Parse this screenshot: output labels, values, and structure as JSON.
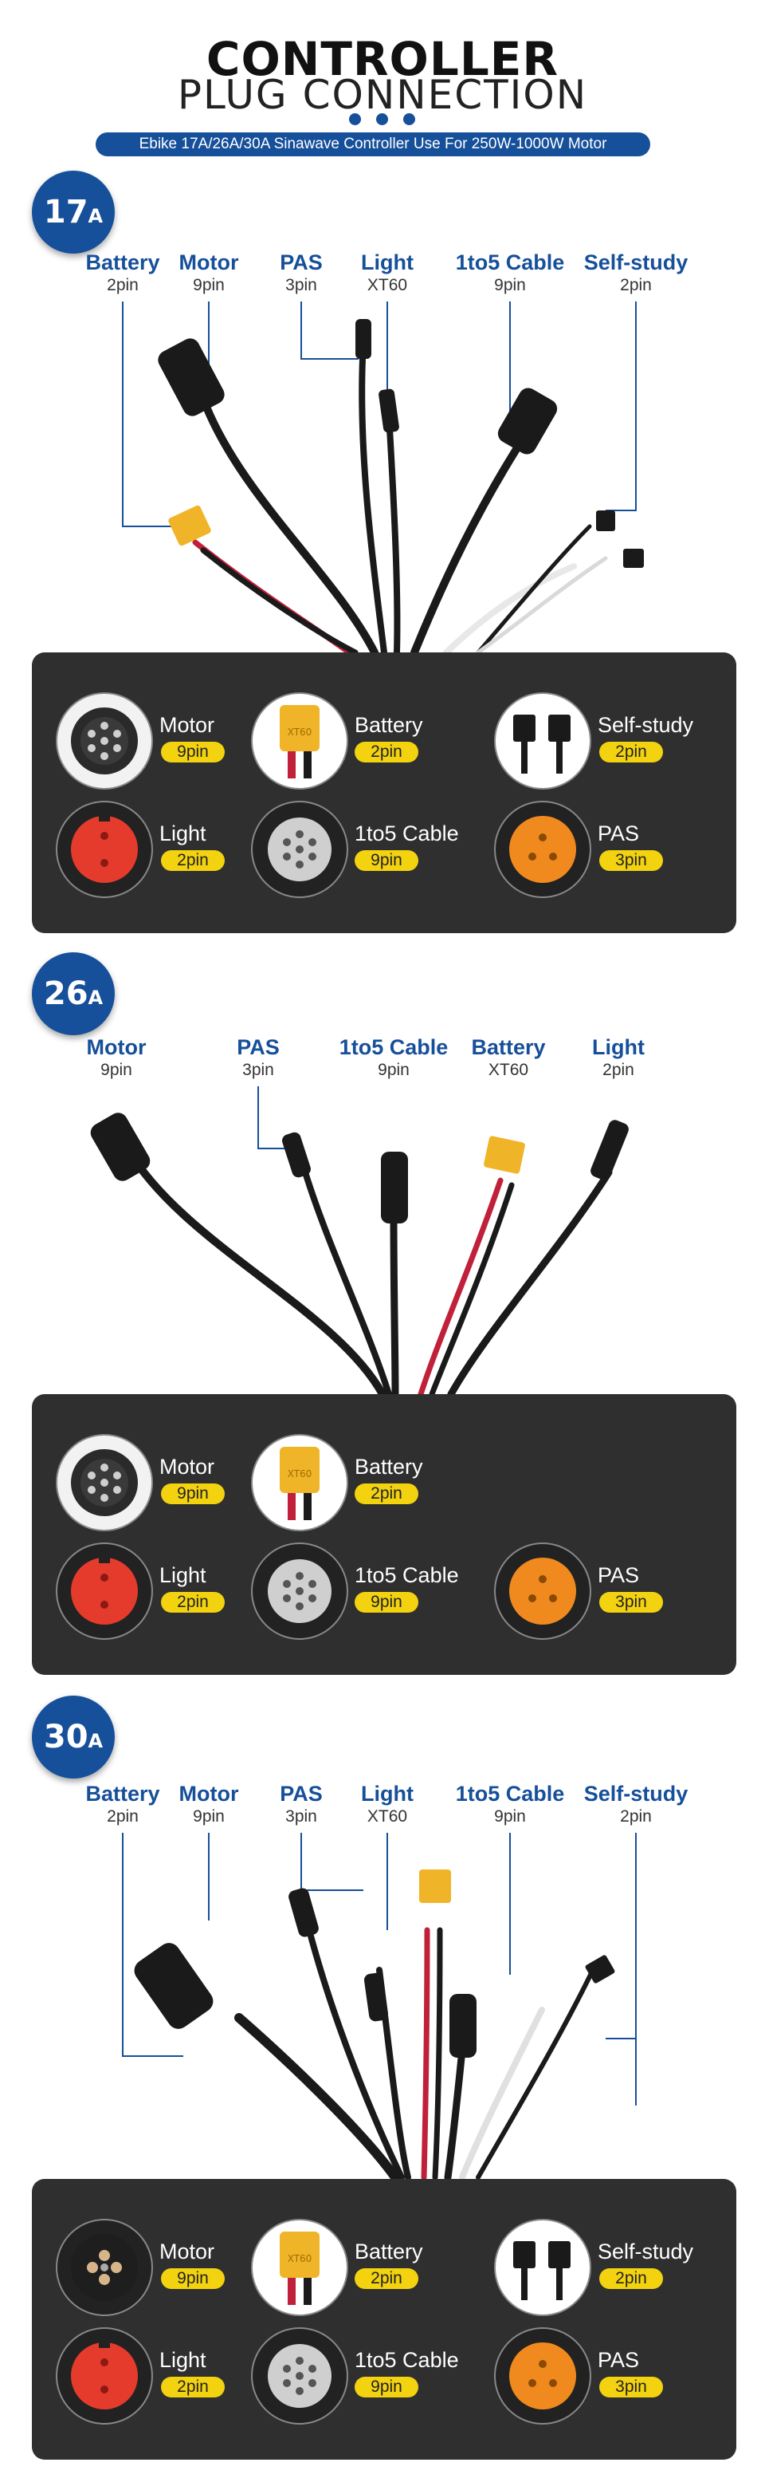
{
  "header": {
    "title_line1": "CONTROLLER",
    "title_line2": "PLUG CONNECTION",
    "banner": "Ebike 17A/26A/30A Sinawave Controller Use For 250W-1000W Motor"
  },
  "sections": [
    {
      "badge": {
        "num": "17",
        "unit": "A"
      },
      "labels": [
        {
          "name": "Battery",
          "spec": "2pin"
        },
        {
          "name": "Motor",
          "spec": "9pin"
        },
        {
          "name": "PAS",
          "spec": "3pin"
        },
        {
          "name": "Light",
          "spec": "XT60"
        },
        {
          "name": "1to5 Cable",
          "spec": "9pin"
        },
        {
          "name": "Self-study",
          "spec": "2pin"
        }
      ],
      "plugs": [
        {
          "name": "Motor",
          "pin": "9pin",
          "icon": "motor-plug-icon"
        },
        {
          "name": "Battery",
          "pin": "2pin",
          "icon": "battery-plug-icon"
        },
        {
          "name": "Self-study",
          "pin": "2pin",
          "icon": "self-study-plug-icon"
        },
        {
          "name": "Light",
          "pin": "2pin",
          "icon": "light-plug-icon"
        },
        {
          "name": "1to5 Cable",
          "pin": "9pin",
          "icon": "cable-plug-icon"
        },
        {
          "name": "PAS",
          "pin": "3pin",
          "icon": "pas-plug-icon"
        }
      ]
    },
    {
      "badge": {
        "num": "26",
        "unit": "A"
      },
      "labels": [
        {
          "name": "Motor",
          "spec": "9pin"
        },
        {
          "name": "PAS",
          "spec": "3pin"
        },
        {
          "name": "1to5 Cable",
          "spec": "9pin"
        },
        {
          "name": "Battery",
          "spec": "XT60"
        },
        {
          "name": "Light",
          "spec": "2pin"
        }
      ],
      "plugs": [
        {
          "name": "Motor",
          "pin": "9pin",
          "icon": "motor-plug-icon"
        },
        {
          "name": "Battery",
          "pin": "2pin",
          "icon": "battery-plug-icon"
        },
        {
          "name": "Light",
          "pin": "2pin",
          "icon": "light-plug-icon"
        },
        {
          "name": "1to5 Cable",
          "pin": "9pin",
          "icon": "cable-plug-icon"
        },
        {
          "name": "PAS",
          "pin": "3pin",
          "icon": "pas-plug-icon"
        }
      ]
    },
    {
      "badge": {
        "num": "30",
        "unit": "A"
      },
      "labels": [
        {
          "name": "Battery",
          "spec": "2pin"
        },
        {
          "name": "Motor",
          "spec": "9pin"
        },
        {
          "name": "PAS",
          "spec": "3pin"
        },
        {
          "name": "Light",
          "spec": "XT60"
        },
        {
          "name": "1to5 Cable",
          "spec": "9pin"
        },
        {
          "name": "Self-study",
          "spec": "2pin"
        }
      ],
      "plugs": [
        {
          "name": "Motor",
          "pin": "9pin",
          "icon": "motor-plug-icon"
        },
        {
          "name": "Battery",
          "pin": "2pin",
          "icon": "battery-plug-icon"
        },
        {
          "name": "Self-study",
          "pin": "2pin",
          "icon": "self-study-plug-icon"
        },
        {
          "name": "Light",
          "pin": "2pin",
          "icon": "light-plug-icon"
        },
        {
          "name": "1to5 Cable",
          "pin": "9pin",
          "icon": "cable-plug-icon"
        },
        {
          "name": "PAS",
          "pin": "3pin",
          "icon": "pas-plug-icon"
        }
      ]
    }
  ],
  "colors": {
    "brand": "#164f9a",
    "pill": "#f3d210",
    "panel": "#2f2f2f",
    "xt60": "#f0b429",
    "red_plug": "#e53b2c",
    "orange_plug": "#f08a1e"
  }
}
